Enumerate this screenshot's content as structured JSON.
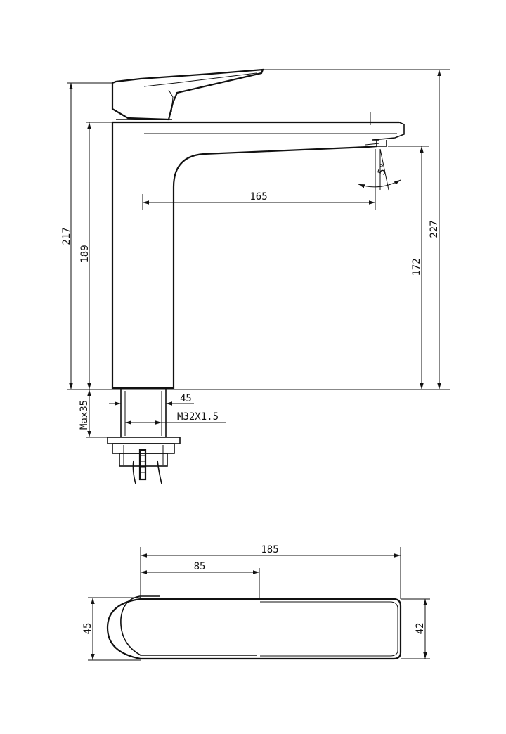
{
  "dimensions": {
    "total_height_left": "217",
    "body_height": "189",
    "spout_reach": "165",
    "swivel_angle": "5°",
    "spout_outlet_height": "172",
    "total_height_right": "227",
    "base_diameter": "45",
    "thread": "M32X1.5",
    "max_counter_thickness": "Max35",
    "plan_length": "185",
    "plan_handle_length": "85",
    "plan_width_left": "45",
    "plan_width_right": "42"
  }
}
